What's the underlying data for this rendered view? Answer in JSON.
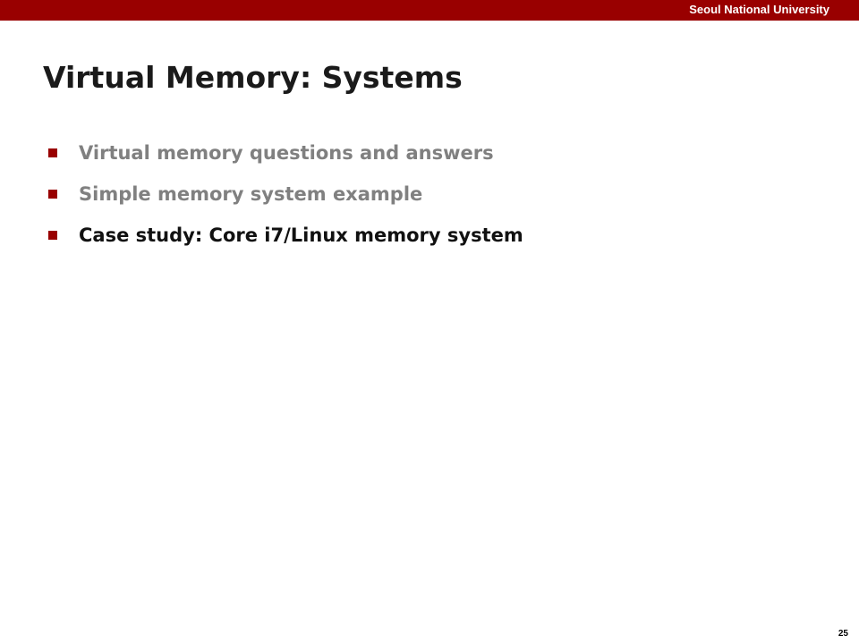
{
  "header": {
    "institution": "Seoul National University",
    "bar_color": "#990000"
  },
  "slide": {
    "title": "Virtual Memory: Systems",
    "bullets": [
      {
        "text": "Virtual memory questions and answers",
        "state": "dimmed"
      },
      {
        "text": "Simple memory system example",
        "state": "dimmed"
      },
      {
        "text": "Case study: Core i7/Linux memory system",
        "state": "current"
      }
    ]
  },
  "footer": {
    "page_number": "25"
  }
}
